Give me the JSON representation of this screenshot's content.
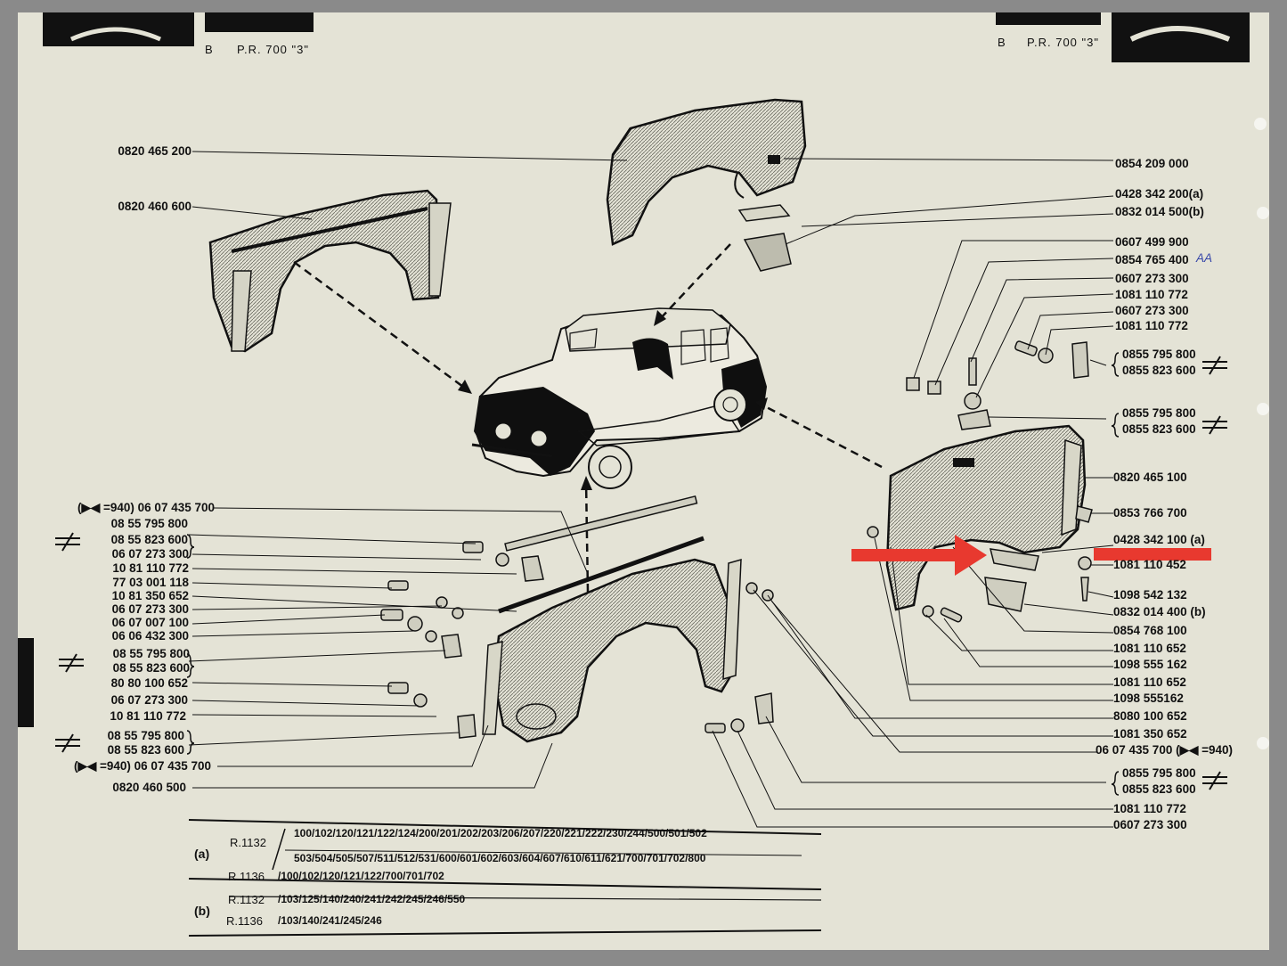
{
  "header": {
    "left_code": "B",
    "left_ref": "P.R. 700 \"3\"",
    "right_code": "B",
    "right_ref": "P.R. 700 \"3\""
  },
  "labels_left": [
    "0820 465 200",
    "0820 460 600",
    "(▶◀ =940) 06 07 435 700",
    "08 55 795 800",
    "08 55 823 600",
    "06 07 273 300",
    "10 81 110 772",
    "77 03 001 118",
    "10 81 350 652",
    "06 07 273 300",
    "06 07 007 100",
    "06 06 432 300",
    "08 55 795 800",
    "08 55 823 600",
    "80 80 100 652",
    "06 07 273 300",
    "10 81 110 772",
    "08 55 795 800",
    "08 55 823 600",
    "(▶◀ =940) 06 07 435 700",
    "0820 460 500"
  ],
  "labels_right": [
    "0854 209 000",
    "0428 342 200(a)",
    "0832 014 500(b)",
    "0607 499 900",
    "0854 765 400",
    "0607 273 300",
    "1081 110 772",
    "0607 273 300",
    "1081 110 772",
    "0855 795 800",
    "0855 823 600",
    "0855 795 800",
    "0855 823 600",
    "0820 465 100",
    "0853 766 700",
    "0428 342 100 (a)",
    "1081 110 452",
    "1098 542 132",
    "0832 014 400 (b)",
    "0854 768 100",
    "1081 110 652",
    "1098 555 162",
    "1081 110 652",
    "1098 555162",
    "8080 100 652",
    "1081 350 652",
    "06 07 435 700 (▶◀ =940)",
    "0855 795 800",
    "0855 823 600",
    "1081 110 772",
    "0607 273 300"
  ],
  "handwritten_note": "AA",
  "applicability": {
    "a_tag": "(a)",
    "b_tag": "(b)",
    "a_r1132_model": "R.1132",
    "a_r1132_line1": "100/102/120/121/122/124/200/201/202/203/206/207/220/221/222/230/244/500/501/502",
    "a_r1132_line2": "503/504/505/507/511/512/531/600/601/602/603/604/607/610/611/621/700/701/702/800",
    "a_r1136_model": "R.1136",
    "a_r1136_line": "/100/102/120/121/122/700/701/702",
    "b_r1132_model": "R.1132",
    "b_r1132_line": "/103/125/140/240/241/242/245/246/550",
    "b_r1136_model": "R.1136",
    "b_r1136_line": "/103/140/241/245/246"
  },
  "colors": {
    "paper": "#e4e3d6",
    "ink": "#111111",
    "annotation_arrow": "#e8392f",
    "pen": "#3747a8"
  }
}
